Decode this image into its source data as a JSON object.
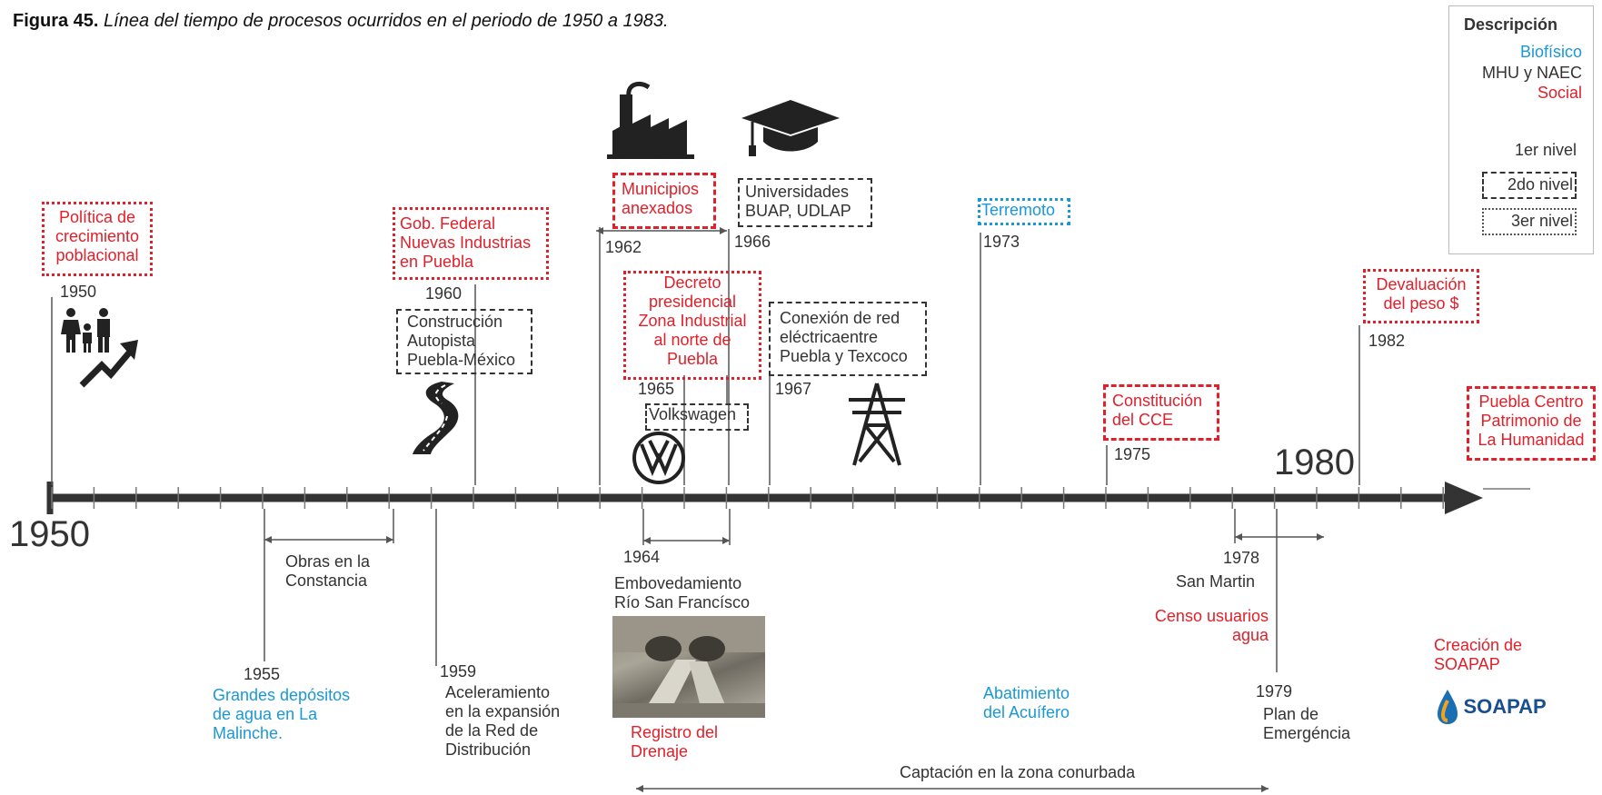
{
  "title": {
    "figure": "Figura 45.",
    "caption": "Línea del tiempo de procesos ocurridos en el periodo de 1950 a 1983."
  },
  "legend": {
    "heading": "Descripción",
    "biofisico": "Biofísico",
    "mhu": "MHU y NAEC",
    "social": "Social",
    "level1": "1er nivel",
    "level2": "2do nivel",
    "level3": "3er nivel"
  },
  "axis": {
    "start": "1950",
    "mid": "1980"
  },
  "above": {
    "politica": {
      "line1": "Política de",
      "line2": "crecimiento",
      "line3": "poblacional",
      "year": "1950"
    },
    "gob": {
      "line1": "Gob. Federal",
      "line2": "Nuevas Industrias",
      "line3": "en Puebla",
      "year": "1960"
    },
    "autopista": {
      "line1": "Construcción",
      "line2": "Autopista",
      "line3": "Puebla-México"
    },
    "municipios": {
      "line1": "Municipios",
      "line2": "anexados",
      "year": "1962"
    },
    "universidades": {
      "line1": "Universidades",
      "line2": "BUAP, UDLAP",
      "year": "1966"
    },
    "decreto": {
      "line1": "Decreto",
      "line2": "presidencial",
      "line3": "Zona Industrial",
      "line4": "al norte de",
      "line5": "Puebla",
      "year": "1965"
    },
    "volkswagen": {
      "label": "Volkswagen"
    },
    "conexion": {
      "line1": "Conexión de red",
      "line2": "eléctricaentre",
      "line3": "Puebla y Texcoco",
      "year": "1967"
    },
    "terremoto": {
      "label": "Terremoto",
      "year": "1973"
    },
    "constitucion": {
      "line1": "Constitución",
      "line2": "del CCE",
      "year": "1975"
    },
    "devaluacion": {
      "line1": "Devaluación",
      "line2": "del peso $",
      "year": "1982"
    },
    "patrimonio": {
      "line1": "Puebla Centro",
      "line2": "Patrimonio de",
      "line3": "La Humanidad"
    }
  },
  "below": {
    "obras": {
      "line1": "Obras en la",
      "line2": "Constancia"
    },
    "depositos": {
      "year": "1955",
      "line1": "Grandes depósitos",
      "line2": "de agua en La",
      "line3": "Malinche."
    },
    "aceleramiento": {
      "year": "1959",
      "line1": "Aceleramiento",
      "line2": "en la expansión",
      "line3": "de la Red de",
      "line4": "Distribución"
    },
    "embovedamiento": {
      "year": "1964",
      "line1": "Embovedamiento",
      "line2": "Río San Francísco"
    },
    "registro": {
      "line1": "Registro del",
      "line2": "Drenaje"
    },
    "abatimiento": {
      "line1": "Abatimiento",
      "line2": "del Acuífero"
    },
    "sanmartin": {
      "year": "1978",
      "line1": "San Martin"
    },
    "censo": {
      "line1": "Censo usuarios",
      "line2": "agua"
    },
    "plan": {
      "year": "1979",
      "line1": "Plan de",
      "line2": "Emergéncia"
    },
    "soapap": {
      "line1": "Creación de",
      "line2": "SOAPAP",
      "logo": "SOAPAP"
    },
    "captacion": {
      "label": "Captación en la zona conurbada"
    }
  },
  "colors": {
    "social": "#e0202a",
    "biofisico": "#1a98d6",
    "mhu": "#333333"
  },
  "icons": [
    "family-icon",
    "growth-arrow-icon",
    "road-icon",
    "factory-icon",
    "graduation-cap-icon",
    "volkswagen-logo-icon",
    "power-tower-icon",
    "soapap-drop-icon"
  ]
}
